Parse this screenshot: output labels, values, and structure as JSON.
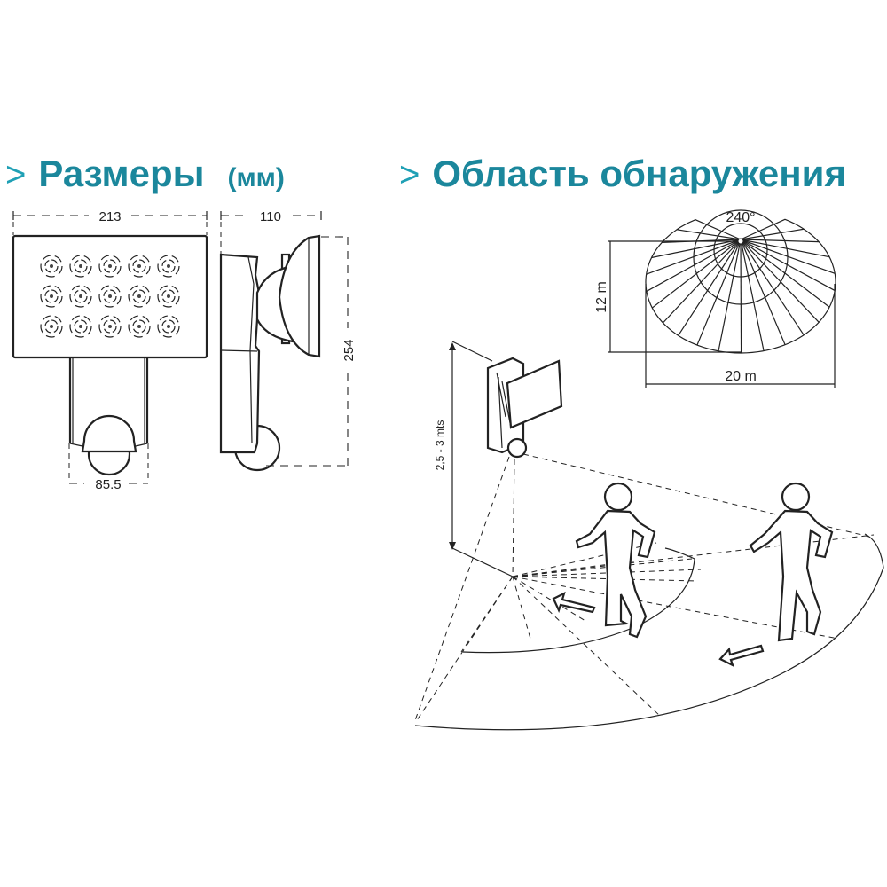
{
  "sections": {
    "dimensions": {
      "marker": ">",
      "title": "Размеры",
      "unit": "(мм)"
    },
    "detection": {
      "marker": ">",
      "title": "Область обнаружения"
    }
  },
  "dimensions": {
    "width": "213",
    "depth": "110",
    "height": "254",
    "bracket_width": "85.5",
    "led_rows": 3,
    "led_cols": 5
  },
  "detection": {
    "angle": "240°",
    "range_depth": "12 m",
    "range_width": "20 m",
    "mount_height": "2,5 - 3 mts"
  }
}
